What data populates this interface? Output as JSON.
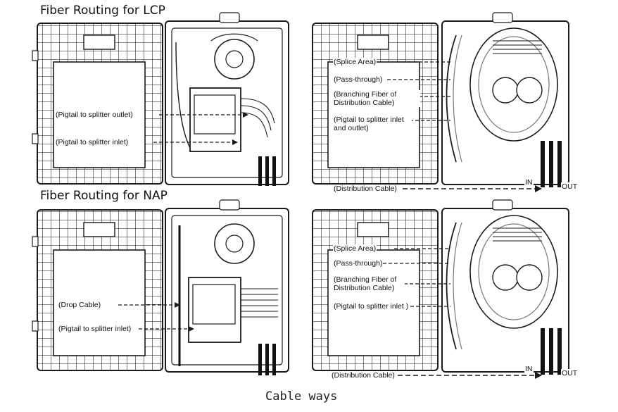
{
  "headings": {
    "lcp": "Fiber Routing for LCP",
    "nap": "Fiber Routing for NAP"
  },
  "caption": "Cable ways",
  "labels": {
    "lcp_left": {
      "splitter_outlet": "(Pigtail to splitter outlet)",
      "splitter_inlet": "(Pigtail to splitter inlet)"
    },
    "lcp_right": {
      "splice_area": "(Splice Area)",
      "pass_through": "(Pass-through)",
      "branching": "(Branching Fiber of Distribution Cable)",
      "inlet_outlet": "(Pigtail to splitter inlet and outlet)",
      "distribution": "(Distribution Cable)",
      "in": "IN",
      "out": "OUT"
    },
    "nap_left": {
      "drop_cable": "(Drop Cable)",
      "splitter_inlet": "(Pigtail to splitter inlet)"
    },
    "nap_right": {
      "splice_area": "(Splice Area)",
      "pass_through": "(Pass-through)",
      "branching": "(Branching Fiber of Distribution Cable)",
      "splitter_inlet": "(Pigtail to splitter inlet )",
      "distribution": "(Distribution Cable)",
      "in": "IN",
      "out": "OUT"
    }
  },
  "colors": {
    "line": "#1a1a1a",
    "grid": "#3a3a3a",
    "cable": "#111111"
  }
}
